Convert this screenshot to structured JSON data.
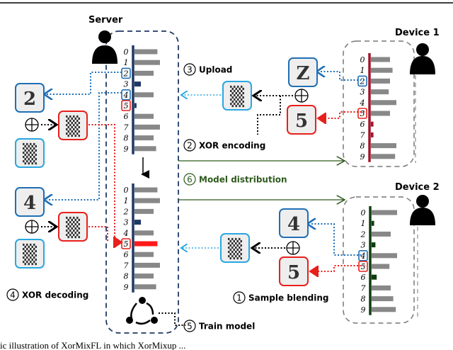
{
  "labels": {
    "server": "Server",
    "device1": "Device 1",
    "device2": "Device 2"
  },
  "steps": {
    "s1": {
      "num": "1",
      "text": "Sample blending"
    },
    "s2": {
      "num": "2",
      "text": "XOR encoding"
    },
    "s3": {
      "num": "3",
      "text": "Upload"
    },
    "s4": {
      "num": "4",
      "text": "XOR decoding"
    },
    "s5": {
      "num": "5",
      "text": "Train model"
    },
    "s6": {
      "num": "6",
      "text": "Model distribution"
    }
  },
  "digits": [
    "0",
    "1",
    "2",
    "3",
    "4",
    "5",
    "6",
    "7",
    "8",
    "9"
  ],
  "histograms": {
    "server_before": {
      "axis_color": "#1f3864",
      "values": [
        0.9,
        1,
        0.75,
        0.25,
        0.75,
        0.08,
        0.75,
        1,
        0.75,
        0.85
      ],
      "highlight": {
        "2": "blue",
        "4": "blue",
        "5": "red"
      },
      "colors": [
        "#888",
        "#888",
        "#888",
        "#1f3864",
        "#888",
        "#1f3864",
        "#888",
        "#888",
        "#888",
        "#888"
      ]
    },
    "server_after": {
      "axis_color": "#1f3864",
      "values": [
        0.9,
        1,
        0.75,
        0.25,
        0.75,
        0.9,
        0.75,
        1,
        0.75,
        0.85
      ],
      "highlight": {
        "5": "red"
      },
      "colors": [
        "#888",
        "#888",
        "#888",
        "#1f3864",
        "#888",
        "#ff1a1a",
        "#888",
        "#888",
        "#888",
        "#888"
      ]
    },
    "device1": {
      "axis_color": "#a0162b",
      "values": [
        0.75,
        0.85,
        0.75,
        0.7,
        1,
        0.75,
        0.1,
        0.1,
        1,
        0.95
      ],
      "highlight": {
        "2": "blue",
        "5": "red"
      },
      "colors": [
        "#888",
        "#888",
        "#888",
        "#888",
        "#888",
        "#888",
        "#a0162b",
        "#a0162b",
        "#888",
        "#888"
      ]
    },
    "device2": {
      "axis_color": "#0f3d0f",
      "values": [
        1,
        0.1,
        0.75,
        0.15,
        1,
        0.7,
        0.2,
        0.75,
        0.85,
        0.95
      ],
      "highlight": {
        "4": "blue",
        "5": "red"
      },
      "colors": [
        "#888",
        "#0f3d0f",
        "#888",
        "#0f3d0f",
        "#888",
        "#888",
        "#0f3d0f",
        "#888",
        "#888",
        "#888"
      ]
    }
  },
  "samples": {
    "two": "2",
    "four": "4",
    "five": "5",
    "z": "Z",
    "mixed": "▒"
  },
  "colors": {
    "blue": "#1f6fb5",
    "light_blue": "#2aa7e0",
    "red": "#e8201c",
    "navy": "#1f3864",
    "green": "#2e5a1c",
    "gray_dash": "#777"
  },
  "caption": "ic illustration of XorMixFL in which XorMixup ..."
}
